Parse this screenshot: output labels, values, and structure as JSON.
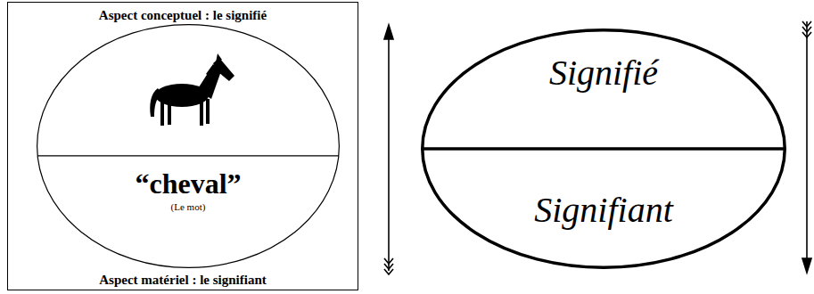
{
  "diagram": {
    "nodes": [
      {
        "text": [
          "Aspect conceptuel : le signifié",
          "Aspect matériel : le signifiant"
        ]
      },
      {
        "text": [
          "“cheval”",
          "(Le mot)"
        ],
        "in": 0
      },
      {
        "text": [
          "Signifié",
          "Signifiant"
        ]
      }
    ]
  }
}
